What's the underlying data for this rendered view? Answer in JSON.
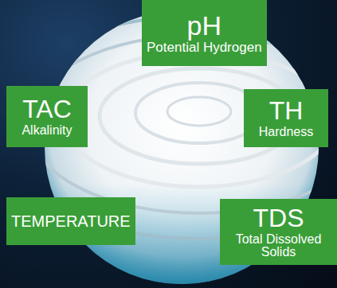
{
  "diagram": {
    "nodes": [
      {
        "text": [
          "pH",
          "Potential Hydrogen"
        ]
      },
      {
        "text": [
          "TAC",
          "Alkalinity"
        ]
      },
      {
        "text": [
          "TH",
          "Hardness"
        ]
      },
      {
        "text": [
          "TEMPERATURE"
        ]
      },
      {
        "text": [
          "TDS",
          "Total Dissolved Solids"
        ]
      }
    ]
  }
}
